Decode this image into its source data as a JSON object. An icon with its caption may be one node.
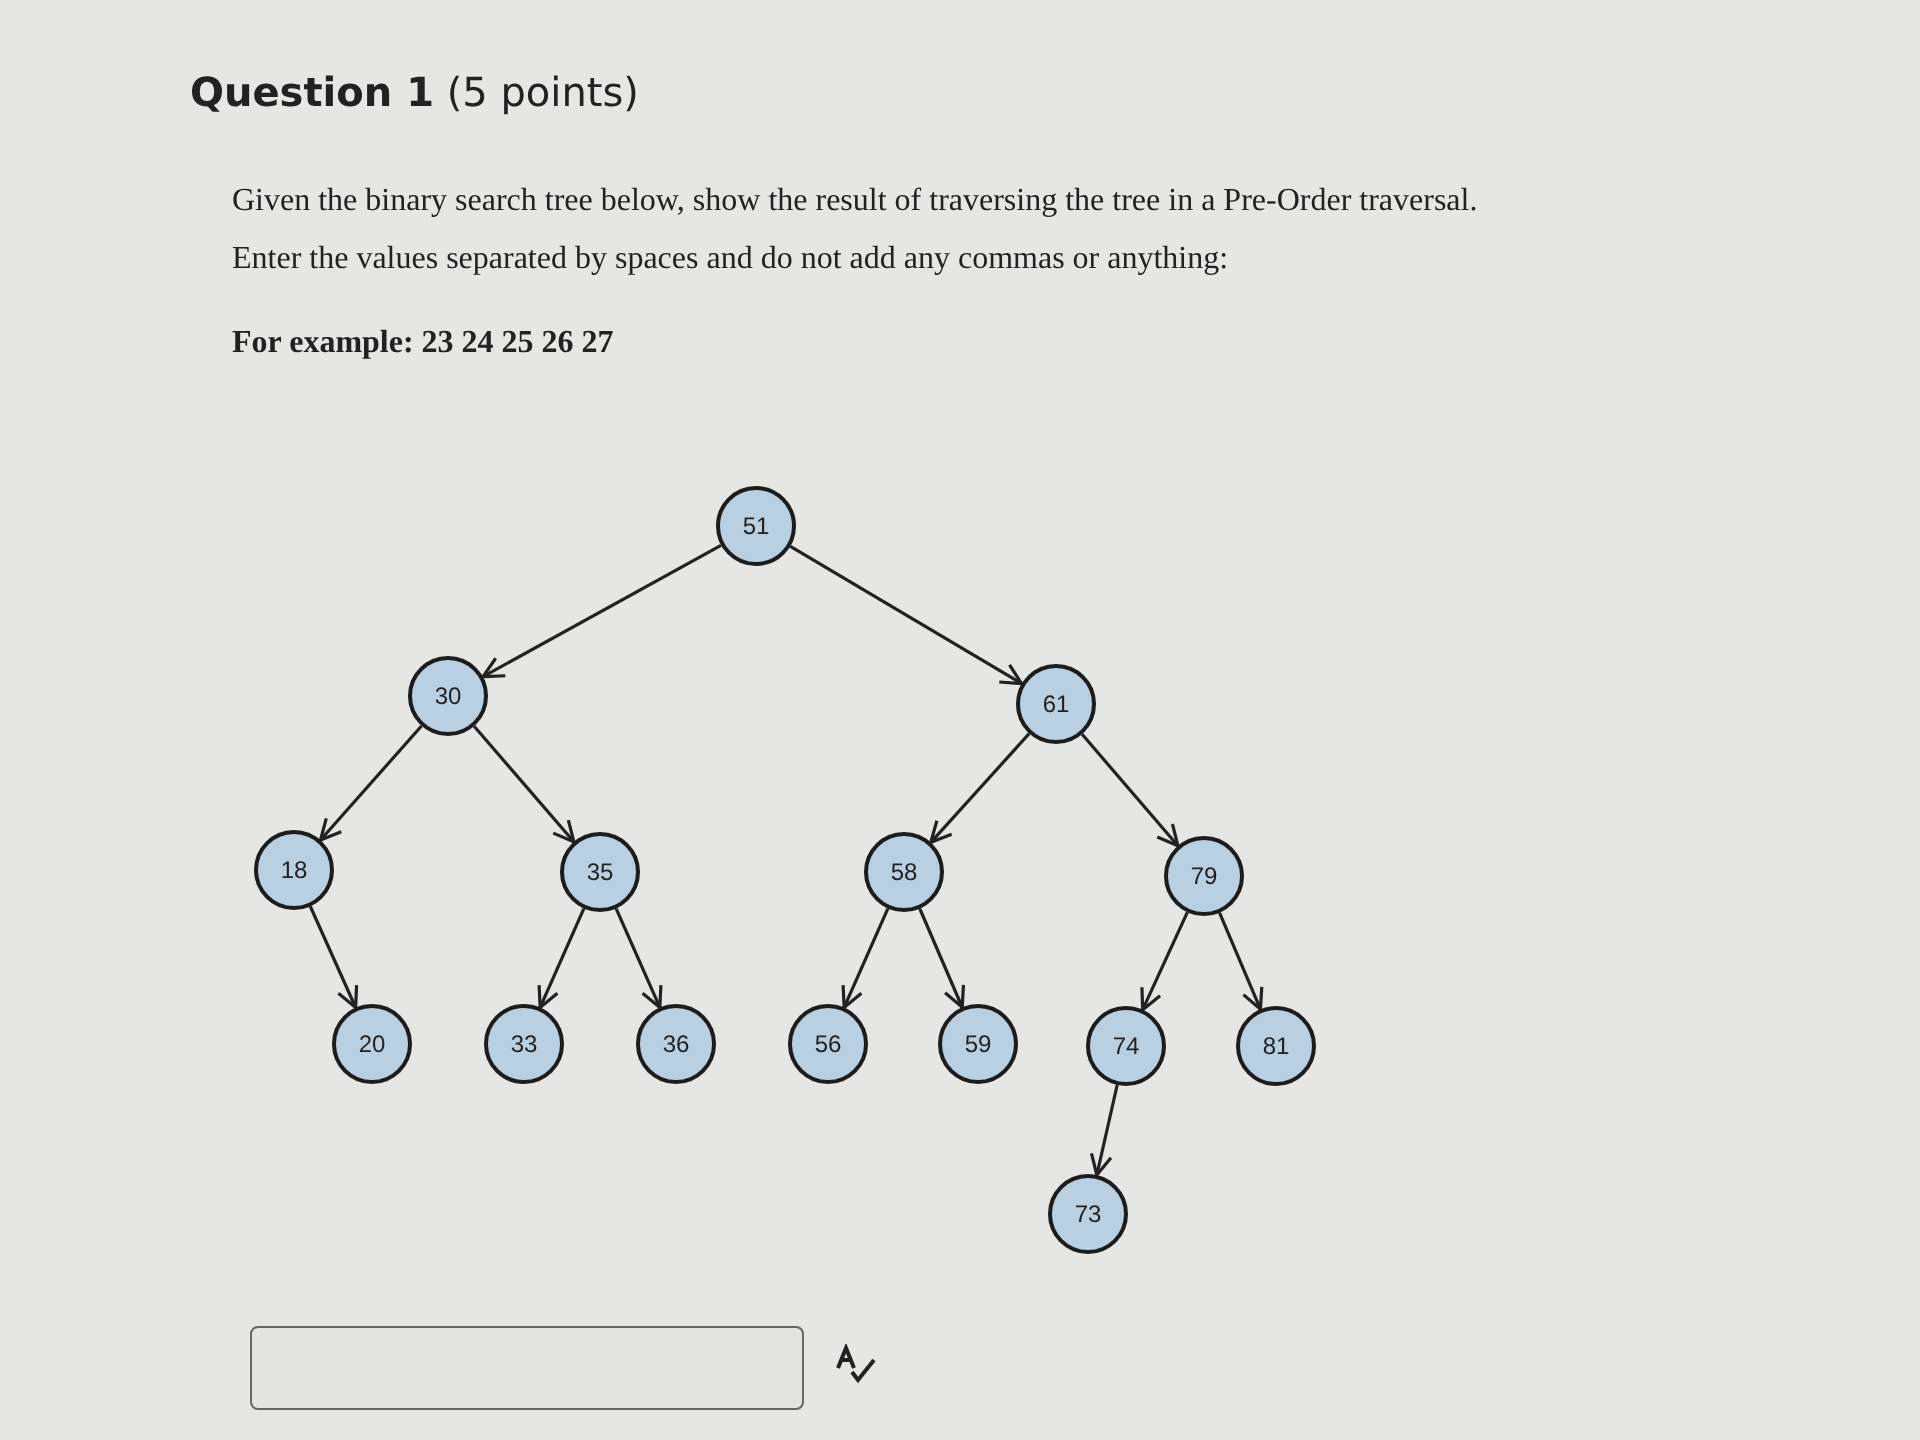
{
  "diagram": {
    "title": "**Question 1** (5 points)",
    "nodes": [
      {
        "text": [
          "51"
        ]
      },
      {
        "text": [
          "30"
        ]
      },
      {
        "text": [
          "61"
        ]
      },
      {
        "text": [
          "18"
        ]
      },
      {
        "text": [
          "35"
        ]
      },
      {
        "text": [
          "58"
        ]
      },
      {
        "text": [
          "79"
        ]
      },
      {
        "text": [
          "20"
        ]
      },
      {
        "text": [
          "33"
        ]
      },
      {
        "text": [
          "36"
        ]
      },
      {
        "text": [
          "56"
        ]
      },
      {
        "text": [
          "59"
        ]
      },
      {
        "text": [
          "74"
        ]
      },
      {
        "text": [
          "81"
        ]
      },
      {
        "text": [
          "73"
        ]
      }
    ],
    "edges": [
      {
        "from": 0,
        "to": 1,
        "arrow": "to"
      },
      {
        "from": 0,
        "to": 2,
        "arrow": "to"
      },
      {
        "from": 1,
        "to": 3,
        "arrow": "to"
      },
      {
        "from": 1,
        "to": 4,
        "arrow": "to"
      },
      {
        "from": 3,
        "to": 7,
        "arrow": "to"
      },
      {
        "from": 4,
        "to": 8,
        "arrow": "to"
      },
      {
        "from": 4,
        "to": 9,
        "arrow": "to"
      },
      {
        "from": 2,
        "to": 5,
        "arrow": "to"
      },
      {
        "from": 2,
        "to": 6,
        "arrow": "to"
      },
      {
        "from": 5,
        "to": 10,
        "arrow": "to"
      },
      {
        "from": 5,
        "to": 11,
        "arrow": "to"
      },
      {
        "from": 6,
        "to": 12,
        "arrow": "to"
      },
      {
        "from": 6,
        "to": 13,
        "arrow": "to"
      },
      {
        "from": 12,
        "to": 14,
        "arrow": "to"
      }
    ],
    "labels": [
      "Given the binary search tree below, show the result of traversing the tree in a Pre-Order traversal.",
      "Enter the values separated by spaces and do not add any commas or anything:",
      "For example: 23 24 25 26 27"
    ]
  }
}
